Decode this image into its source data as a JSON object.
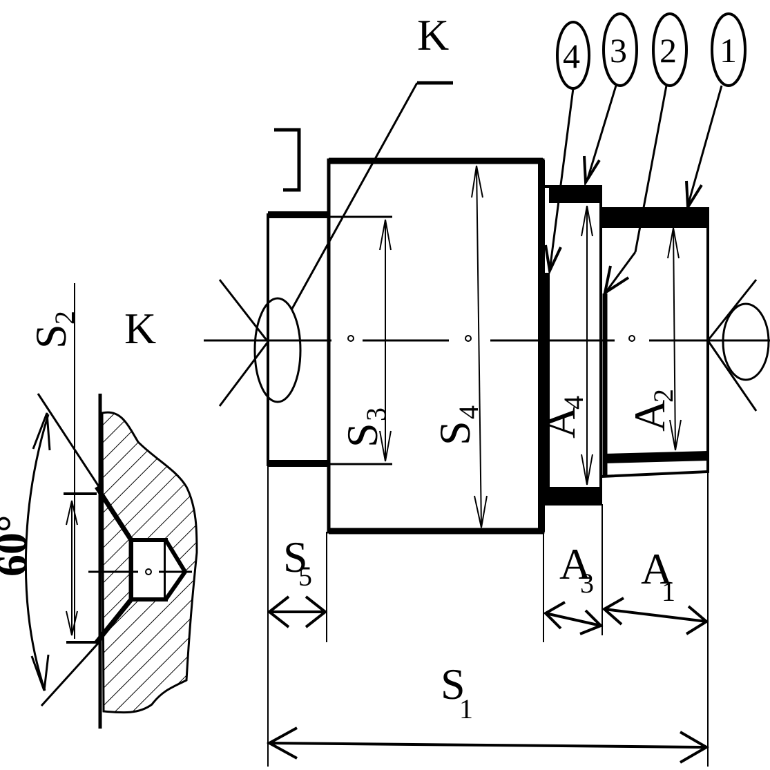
{
  "view_label": "K",
  "detail_label": "K",
  "angle_label": "60°",
  "callouts": [
    "1",
    "2",
    "3",
    "4"
  ],
  "dims": {
    "s1": {
      "letter": "S",
      "index": "1"
    },
    "s2": {
      "letter": "S",
      "index": "2"
    },
    "s3": {
      "letter": "S",
      "index": "3"
    },
    "s4": {
      "letter": "S",
      "index": "4"
    },
    "s5": {
      "letter": "S",
      "index": "5"
    },
    "a1": {
      "letter": "A",
      "index": "1"
    },
    "a2": {
      "letter": "A",
      "index": "2"
    },
    "a3": {
      "letter": "A",
      "index": "3"
    },
    "a4": {
      "letter": "A",
      "index": "4"
    }
  },
  "colors": {
    "ink": "#000000",
    "paper": "#ffffff"
  }
}
